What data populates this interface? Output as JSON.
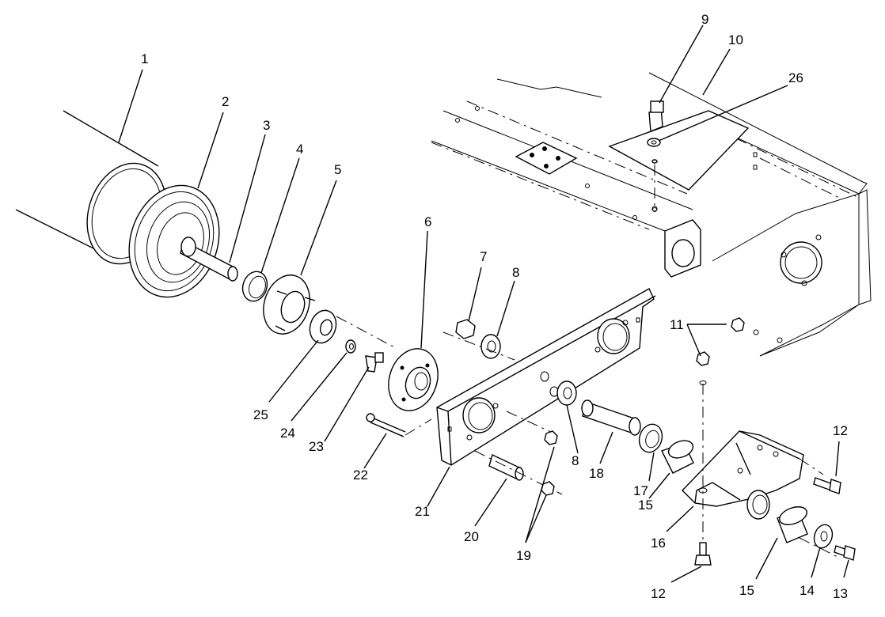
{
  "callouts": [
    {
      "id": "c1",
      "text": "1"
    },
    {
      "id": "c2",
      "text": "2"
    },
    {
      "id": "c3",
      "text": "3"
    },
    {
      "id": "c4",
      "text": "4"
    },
    {
      "id": "c5",
      "text": "5"
    },
    {
      "id": "c6",
      "text": "6"
    },
    {
      "id": "c7",
      "text": "7"
    },
    {
      "id": "c8a",
      "text": "8"
    },
    {
      "id": "c8b",
      "text": "8"
    },
    {
      "id": "c9",
      "text": "9"
    },
    {
      "id": "c10",
      "text": "10"
    },
    {
      "id": "c11",
      "text": "11"
    },
    {
      "id": "c12a",
      "text": "12"
    },
    {
      "id": "c12b",
      "text": "12"
    },
    {
      "id": "c13",
      "text": "13"
    },
    {
      "id": "c14",
      "text": "14"
    },
    {
      "id": "c15a",
      "text": "15"
    },
    {
      "id": "c15b",
      "text": "15"
    },
    {
      "id": "c16",
      "text": "16"
    },
    {
      "id": "c17",
      "text": "17"
    },
    {
      "id": "c18",
      "text": "18"
    },
    {
      "id": "c19",
      "text": "19"
    },
    {
      "id": "c20",
      "text": "20"
    },
    {
      "id": "c21",
      "text": "21"
    },
    {
      "id": "c22",
      "text": "22"
    },
    {
      "id": "c23",
      "text": "23"
    },
    {
      "id": "c24",
      "text": "24"
    },
    {
      "id": "c25",
      "text": "25"
    },
    {
      "id": "c26",
      "text": "26"
    }
  ]
}
